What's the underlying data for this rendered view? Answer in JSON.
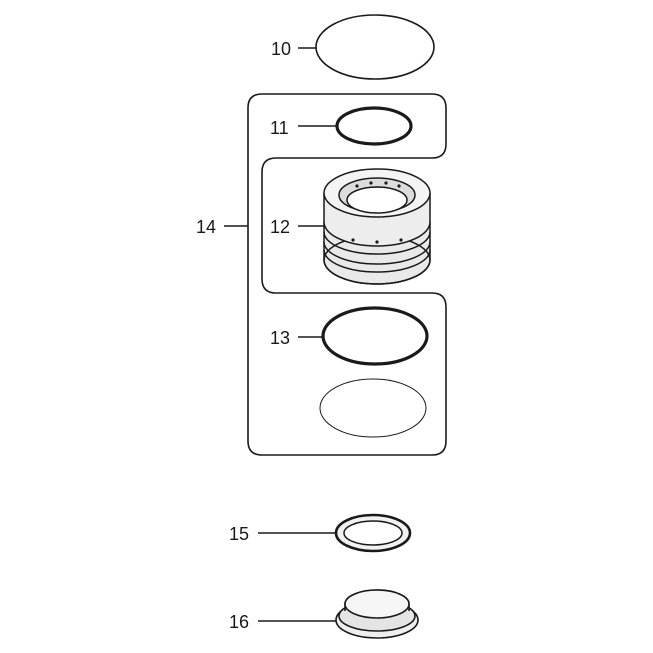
{
  "diagram": {
    "callouts": {
      "c10": "10",
      "c11": "11",
      "c12": "12",
      "c13": "13",
      "c14": "14",
      "c15": "15",
      "c16": "16"
    }
  }
}
